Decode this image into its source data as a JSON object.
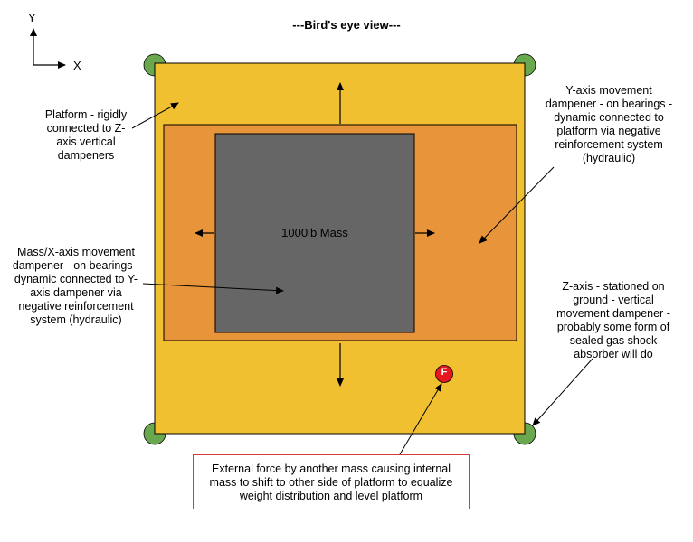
{
  "title": "---Bird's eye view---",
  "axes": {
    "y": "Y",
    "x": "X"
  },
  "mass_label": "1000lb Mass",
  "force_marker": "F",
  "labels": {
    "platform": [
      "Platform - rigidly",
      "connected to Z-",
      "axis vertical",
      "dampeners"
    ],
    "y_axis": [
      "Y-axis movement",
      "dampener - on bearings -",
      "dynamic connected to",
      "platform via negative",
      "reinforcement system",
      "(hydraulic)"
    ],
    "mass_x_axis": [
      "Mass/X-axis movement",
      "dampener - on bearings -",
      "dynamic connected to Y-",
      "axis dampener via",
      "negative reinforcement",
      "system (hydraulic)"
    ],
    "z_axis": [
      "Z-axis - stationed on",
      "ground - vertical",
      "movement dampener -",
      "probably some form of",
      "sealed gas shock",
      "absorber will do"
    ],
    "external_force": [
      "External force by another mass causing internal",
      "mass to shift to other side of platform to equalize",
      "weight distribution and level platform"
    ]
  },
  "colors": {
    "platform": "#f0c030",
    "y_dampener": "#e8943a",
    "mass": "#666666",
    "z_dampener": "#6aa84f",
    "force": "#e8161e",
    "note_border": "#d43c3c"
  }
}
